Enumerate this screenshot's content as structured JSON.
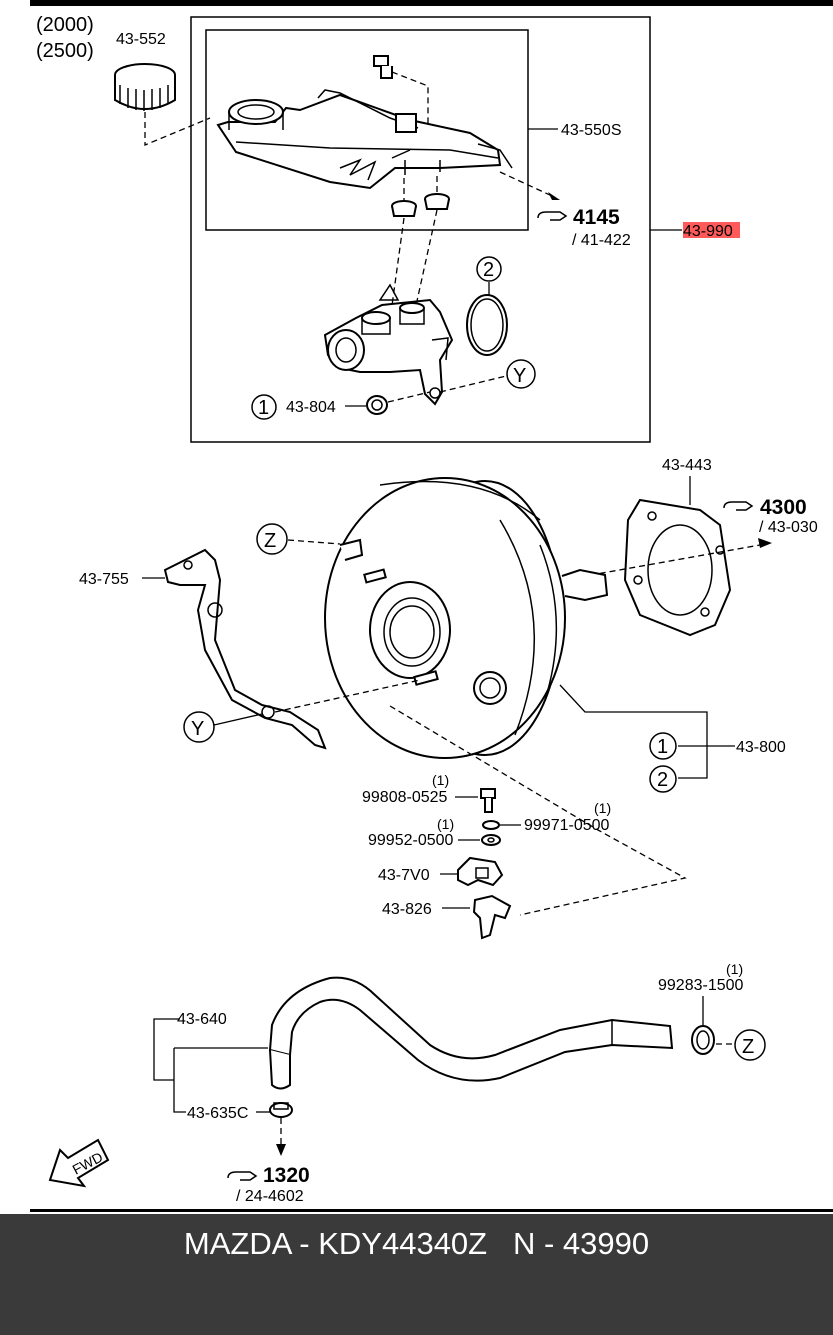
{
  "diagram": {
    "years": [
      "(2000)",
      "(2500)"
    ],
    "parts": {
      "cap": "43-552",
      "reservoir_assy": "43-550S",
      "master_cyl_assy": "43-990",
      "nut": "43-804",
      "gasket": "43-443",
      "bracket": "43-755",
      "booster": "43-800",
      "bolt": "99808-0525",
      "washer_a": "99971-0500",
      "washer_b": "99952-0500",
      "sensor": "43-7V0",
      "clip": "43-826",
      "hose": "43-640",
      "clamp_c": "43-635C",
      "clamp_z": "99283-1500"
    },
    "qty": {
      "bolt": "(1)",
      "washer_a": "(1)",
      "washer_b": "(1)",
      "clamp_z": "(1)"
    },
    "refs": {
      "r4145": {
        "num": "4145",
        "sub": "/ 41-422"
      },
      "r4300": {
        "num": "4300",
        "sub": "/ 43-030"
      },
      "r1320": {
        "num": "1320",
        "sub": "/ 24-4602"
      }
    },
    "callouts": {
      "one": "1",
      "two": "2",
      "y": "Y",
      "z": "Z"
    },
    "fwd": "FWD",
    "highlight_color": "#ff0000"
  },
  "footer": {
    "text": "MAZDA - KDY44340Z   N - 43990"
  }
}
